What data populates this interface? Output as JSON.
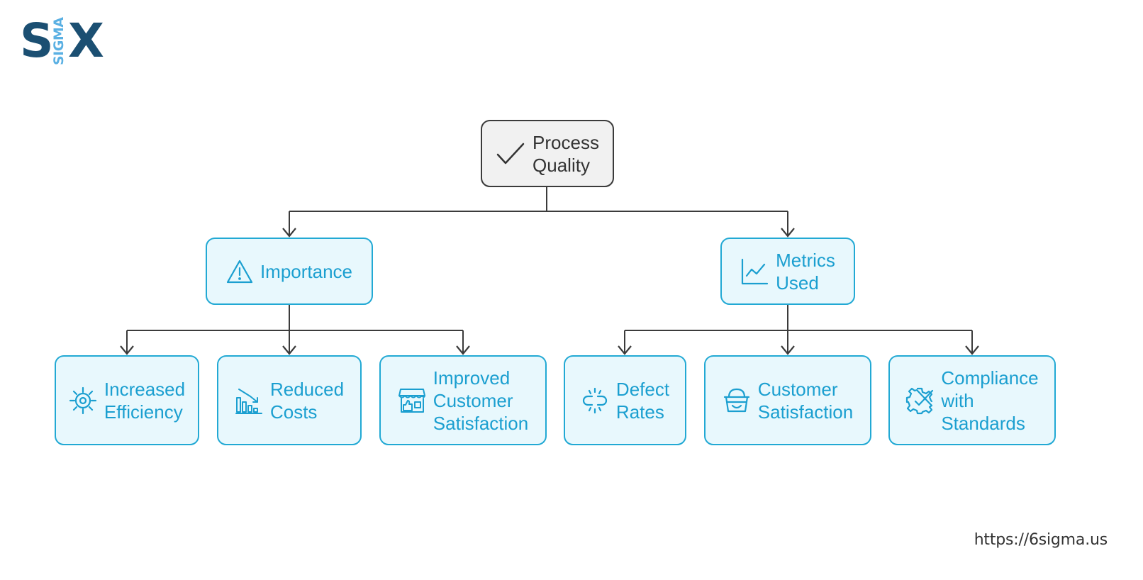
{
  "logo": {
    "main_left": "S",
    "main_right": "X",
    "vertical": "SIGMA"
  },
  "colors": {
    "accent": "#22a9d4",
    "accent_fill": "#e8f8fd",
    "root_fill": "#f1f1f1",
    "line": "#3b3b3b",
    "logo_dark": "#1b4f72",
    "logo_light": "#5ab0e3"
  },
  "diagram": {
    "root": {
      "label": "Process\nQuality",
      "icon": "checkmark-icon"
    },
    "importance": {
      "label": "Importance",
      "icon": "warning-triangle-icon",
      "children": [
        {
          "label": "Increased\nEfficiency",
          "icon": "gear-sun-icon"
        },
        {
          "label": "Reduced\nCosts",
          "icon": "declining-bar-chart-icon"
        },
        {
          "label": "Improved\nCustomer\nSatisfaction",
          "icon": "storefront-thumbs-up-icon"
        }
      ]
    },
    "metrics": {
      "label": "Metrics\nUsed",
      "icon": "line-chart-icon",
      "children": [
        {
          "label": "Defect\nRates",
          "icon": "broken-link-icon"
        },
        {
          "label": "Customer\nSatisfaction",
          "icon": "smiling-basket-icon"
        },
        {
          "label": "Compliance\nwith\nStandards",
          "icon": "gear-check-icon"
        }
      ]
    }
  },
  "footer": {
    "url": "https://6sigma.us"
  }
}
